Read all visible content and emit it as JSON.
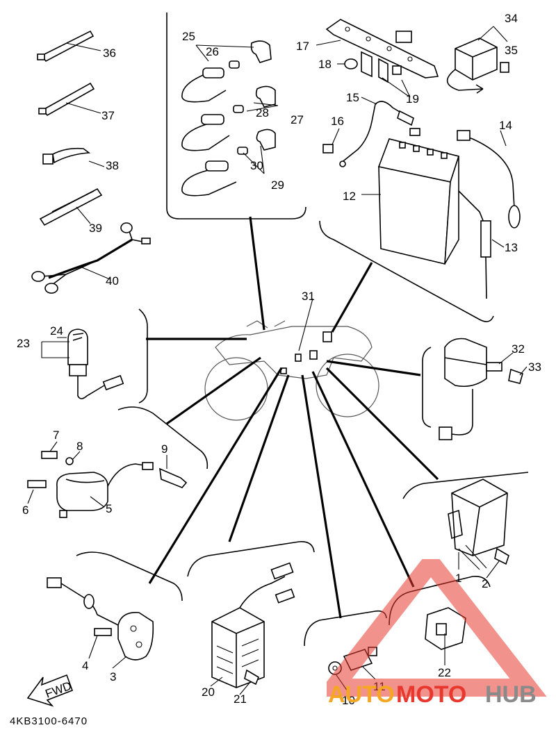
{
  "diagram": {
    "code": "4KB3100-6470",
    "fwd_label": "FWD",
    "callouts": [
      "1",
      "2",
      "3",
      "4",
      "5",
      "6",
      "7",
      "8",
      "9",
      "10",
      "11",
      "12",
      "13",
      "14",
      "15",
      "16",
      "17",
      "18",
      "19",
      "20",
      "21",
      "22",
      "23",
      "24",
      "25",
      "26",
      "27",
      "28",
      "29",
      "30",
      "31",
      "32",
      "33",
      "34",
      "35",
      "36",
      "37",
      "38",
      "39",
      "40"
    ]
  },
  "watermark": {
    "part1": "AUTO",
    "part2": "MOTO",
    "part3": "HUB",
    "colors": {
      "orange": "#f5a623",
      "red": "#e8382e",
      "gray": "#8a8a8a"
    }
  }
}
